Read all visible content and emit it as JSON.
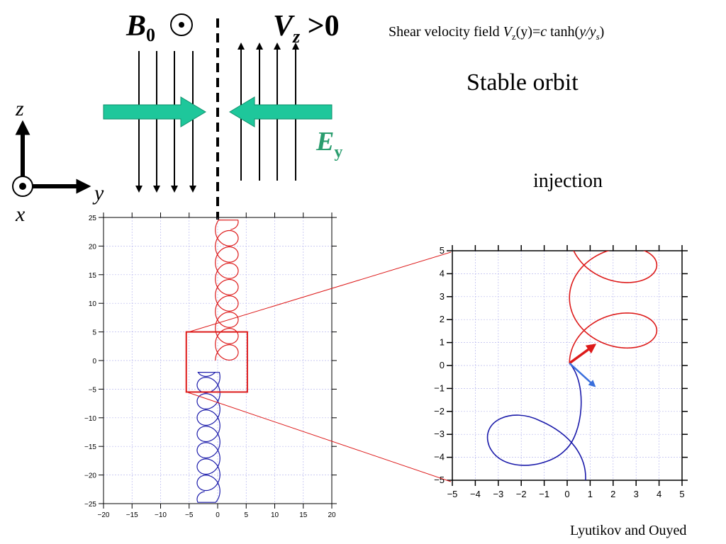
{
  "header": {
    "formula_prefix": "Shear velocity field ",
    "formula_V": "V",
    "formula_z": "z",
    "formula_mid": "(y)=",
    "formula_c": "c",
    "formula_tanh": " tanh(",
    "formula_y": "y",
    "formula_slash": "/",
    "formula_ys": "y",
    "formula_s": "s",
    "formula_close": ")",
    "orbit_title": "Stable orbit",
    "injection_label": "injection",
    "credit": "Lyutikov and Ouyed"
  },
  "schematic": {
    "b0_label": "B",
    "b0_sub": "0",
    "vz_label": "V",
    "vz_sub": "z",
    "vz_cond": " >0",
    "ey_label": "E",
    "ey_sub": "y",
    "axis_z": "z",
    "axis_y": "y",
    "axis_x": "x",
    "colors": {
      "field_arrow": "#1ec79b",
      "ey_text": "#2a9d6e",
      "line": "#000000"
    }
  },
  "chart_data": [
    {
      "type": "line",
      "name": "full-orbit",
      "xlim": [
        -20,
        20
      ],
      "ylim": [
        -25,
        25
      ],
      "xticks": [
        -20,
        -15,
        -10,
        -5,
        0,
        5,
        10,
        15,
        20
      ],
      "yticks": [
        -25,
        -20,
        -15,
        -10,
        -5,
        0,
        5,
        10,
        15,
        20,
        25
      ],
      "grid": true,
      "series": [
        {
          "color": "#dd1a1a",
          "curve": "red-cycloid",
          "y_range": [
            0,
            25
          ]
        },
        {
          "color": "#1a1aaa",
          "curve": "blue-cycloid",
          "y_range": [
            -25,
            0
          ]
        }
      ],
      "zoom_box": {
        "x": [
          -5.5,
          5.2
        ],
        "y": [
          -5.5,
          5
        ]
      }
    },
    {
      "type": "line",
      "name": "zoom-orbit",
      "xlim": [
        -5,
        5
      ],
      "ylim": [
        -5,
        5
      ],
      "xticks": [
        -5,
        -4,
        -3,
        -2,
        -1,
        0,
        1,
        2,
        3,
        4,
        5
      ],
      "yticks": [
        -5,
        -4,
        -3,
        -2,
        -1,
        0,
        1,
        2,
        3,
        4,
        5
      ],
      "grid": true,
      "series": [
        {
          "color": "#dd1a1a",
          "curve": "red-loops"
        },
        {
          "color": "#1a1aaa",
          "curve": "blue-loop"
        }
      ],
      "injection_arrows": [
        {
          "color": "#dd1a1a",
          "from": [
            0.1,
            0.1
          ],
          "to": [
            1.2,
            0.9
          ]
        },
        {
          "color": "#3a6fdc",
          "from": [
            0.1,
            0.1
          ],
          "to": [
            1.2,
            -0.9
          ]
        }
      ]
    }
  ]
}
